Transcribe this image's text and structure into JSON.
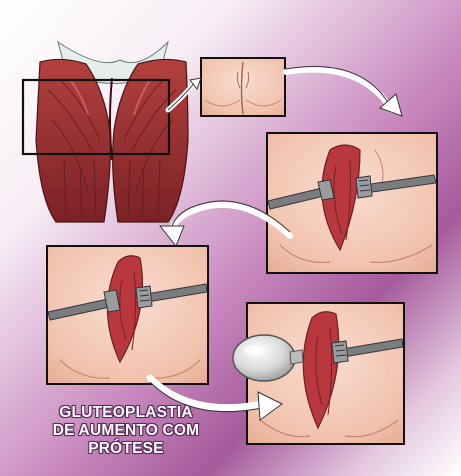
{
  "caption": {
    "line1": "GLUTEOPLASTIA",
    "line2": "DE AUMENTO COM",
    "line3": "PRÓTESE"
  },
  "colors": {
    "background_purple": "#b06aa6",
    "background_light": "#f4e6f1",
    "skin": "#f3c9b6",
    "skin_shadow": "#dfa48c",
    "muscle": "#9c2f2f",
    "muscle_dark": "#6e1f21",
    "wound": "#b8383e",
    "retractor": "#7a7c80",
    "implant": "#d9d9d9",
    "frame": "#111111"
  },
  "icons": [
    "anatomy-muscles-illustration",
    "incision-illustration",
    "retractor-icon",
    "implant-icon",
    "curved-arrow-icon"
  ]
}
